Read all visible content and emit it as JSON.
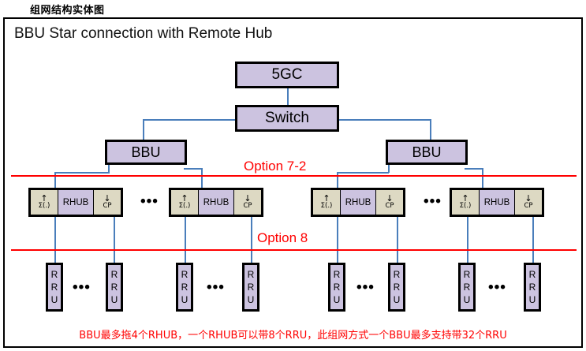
{
  "header": {
    "label": "组网结构实体图"
  },
  "diagram": {
    "title": "BBU Star connection with Remote Hub",
    "caption": "BBU最多拖4个RHUB，一个RHUB可以带8个RRU，此组网方式一个BBU最多支持带32个RRU",
    "colors": {
      "node_fill": "#CCC3E0",
      "cell_fill": "#DDD9C3",
      "border": "#000000",
      "connector": "#4A7EBB",
      "option_red": "#FF0000"
    },
    "nodes": {
      "core": "5GC",
      "switch": "Switch",
      "bbu_left": "BBU",
      "bbu_right": "BBU"
    },
    "rhub_cells": {
      "up_arrow": "↑",
      "up_label": "Σ(.)",
      "mid_label": "RHUB",
      "down_arrow": "↓",
      "down_label": "CP"
    },
    "rru_letters": {
      "l1": "R",
      "l2": "R",
      "l3": "U"
    },
    "ellipsis": "•••",
    "options": {
      "upper": "Option 7-2",
      "lower": "Option 8"
    }
  }
}
